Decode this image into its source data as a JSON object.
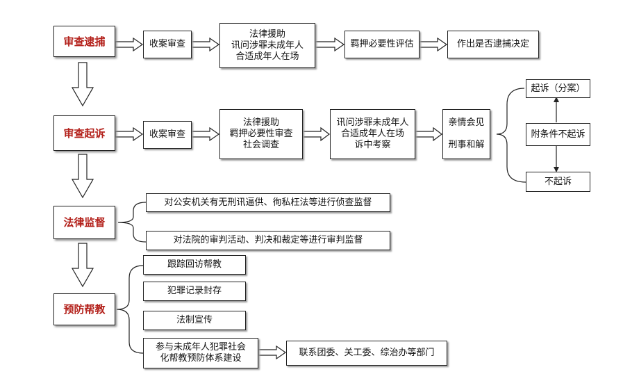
{
  "stages": {
    "arrest": "审查逮捕",
    "prosecution": "审查起诉",
    "supervision": "法律监督",
    "prevention": "预防帮教"
  },
  "arrest_row": {
    "s1": "收案审查",
    "s2": "法律援助\n讯问涉罪未成年人\n合适成年人在场",
    "s3": "羁押必要性评估",
    "s4": "作出是否逮捕决定"
  },
  "prosecution_row": {
    "s1": "收案审查",
    "s2": "法律援助\n羁押必要性审查\n社会调查",
    "s3": "讯问涉罪未成年人\n合适成年人在场\n诉中考察",
    "s4": "亲情会见\n\n刑事和解"
  },
  "outcomes": {
    "prosecute": "起诉（分案）",
    "conditional": "附条件不起诉",
    "no_prosecute": "不起诉"
  },
  "supervision_items": {
    "police": "对公安机关有无刑讯逼供、徇私枉法等进行侦查监督",
    "court": "对法院的审判活动、判决和裁定等进行审判监督"
  },
  "prevention_items": {
    "followup": "跟踪回访帮教",
    "seal": "犯罪记录封存",
    "publicity": "法制宣传",
    "system": "参与未成年人犯罪社会\n化帮教预防体系建设",
    "depts": "联系团委、关工委、综治办等部门"
  }
}
